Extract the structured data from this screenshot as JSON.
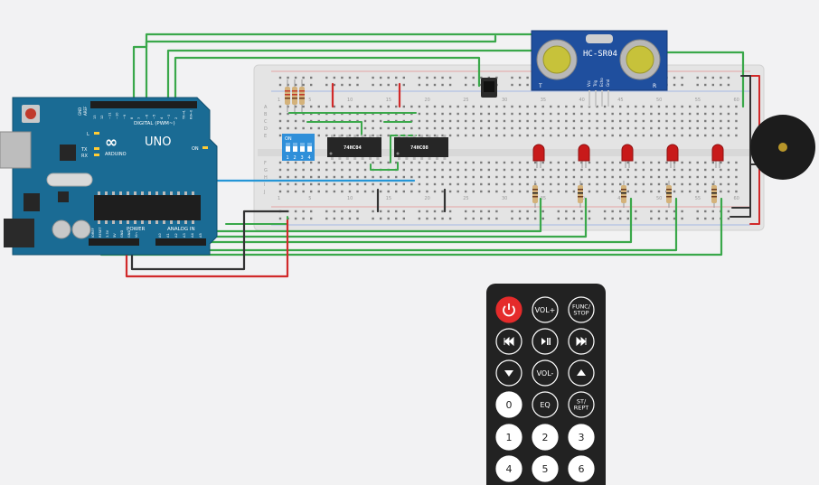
{
  "arduino": {
    "logo": "UNO",
    "brand": "ARDUINO",
    "digital_label": "DIGITAL (PWM~)",
    "power_label": "POWER",
    "analog_label": "ANALOG IN",
    "led_l": "L",
    "led_tx": "TX",
    "led_rx": "RX",
    "led_on": "ON",
    "side_labels": [
      "AREF",
      "GND"
    ],
    "digital_pins": [
      "13",
      "12",
      "~11",
      "~10",
      "~9",
      "8",
      "7",
      "~6",
      "~5",
      "4",
      "~3",
      "2",
      "TX→1",
      "RX←0"
    ],
    "power_pins": [
      "IOREF",
      "RESET",
      "3.3V",
      "5V",
      "GND",
      "GND",
      "Vin"
    ],
    "analog_pins": [
      "A0",
      "A1",
      "A2",
      "A3",
      "A4",
      "A5"
    ]
  },
  "breadboard": {
    "col_numbers": [
      "1",
      "5",
      "10",
      "15",
      "20",
      "25",
      "30",
      "35",
      "40",
      "45",
      "50",
      "55",
      "60"
    ],
    "row_letters_top": [
      "A",
      "B",
      "C",
      "D",
      "E"
    ],
    "row_letters_bottom": [
      "F",
      "G",
      "H",
      "I",
      "J"
    ]
  },
  "components": {
    "sensor_label": "HC-SR04",
    "sensor_pins": [
      "Vcc",
      "Trig",
      "Echo",
      "Gnd"
    ],
    "sensor_corner_left": "T",
    "sensor_corner_right": "R",
    "ic1_label": "74HC04",
    "ic2_label": "74HC08",
    "dip_on": "ON",
    "dip_numbers": [
      "1",
      "2",
      "3",
      "4"
    ]
  },
  "remote": {
    "buttons": [
      {
        "id": "power",
        "label": ""
      },
      {
        "id": "vol-up",
        "label": "VOL+"
      },
      {
        "id": "func-stop",
        "label": "FUNC/\nSTOP"
      },
      {
        "id": "prev",
        "label": ""
      },
      {
        "id": "play-pause",
        "label": ""
      },
      {
        "id": "next",
        "label": ""
      },
      {
        "id": "down",
        "label": ""
      },
      {
        "id": "vol-down",
        "label": "VOL-"
      },
      {
        "id": "up",
        "label": ""
      },
      {
        "id": "0",
        "label": "0"
      },
      {
        "id": "eq",
        "label": "EQ"
      },
      {
        "id": "st-rept",
        "label": "ST/\nREPT"
      },
      {
        "id": "1",
        "label": "1"
      },
      {
        "id": "2",
        "label": "2"
      },
      {
        "id": "3",
        "label": "3"
      },
      {
        "id": "4",
        "label": "4"
      },
      {
        "id": "5",
        "label": "5"
      },
      {
        "id": "6",
        "label": "6"
      }
    ]
  },
  "colors": {
    "background": "#f2f2f3",
    "arduino_board": "#1a6b94",
    "breadboard": "#e4e4e4",
    "sensor_board": "#1f4f9e",
    "wire_green": "#3aa84a",
    "wire_red": "#d12a2a",
    "wire_black": "#333333",
    "wire_blue": "#2596d6",
    "led_red": "#c81a1a",
    "buzzer": "#1c1c1c",
    "remote_body": "#222222",
    "remote_power": "#e52b2b"
  }
}
